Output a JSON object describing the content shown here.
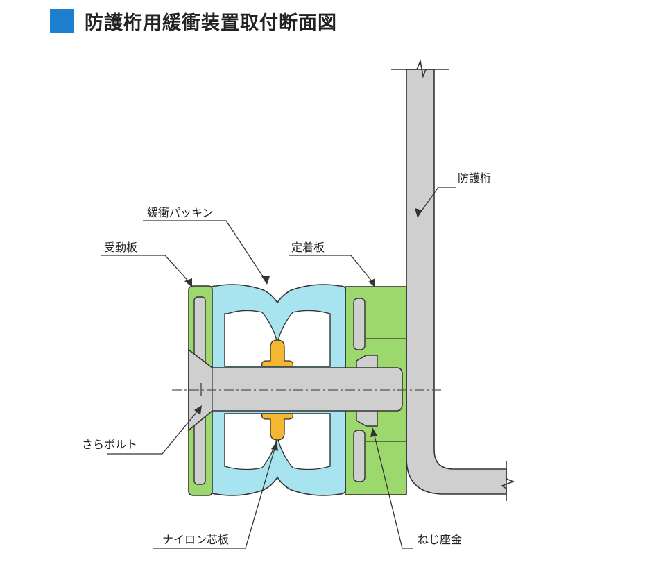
{
  "title": "防護桁用緩衝装置取付断面図",
  "labels": {
    "guard_girder": "防護桁",
    "cushion_packing": "緩衝パッキン",
    "receiving_plate": "受動板",
    "fixing_plate": "定着板",
    "flat_bolt": "さらボルト",
    "nylon_core": "ナイロン芯板",
    "washer": "ねじ座金"
  },
  "colors": {
    "title_mark": "#1f7fcf",
    "green": "#9dd86f",
    "cyan": "#a8e4ef",
    "gray": "#cfcfcf",
    "orange": "#f5b731"
  }
}
